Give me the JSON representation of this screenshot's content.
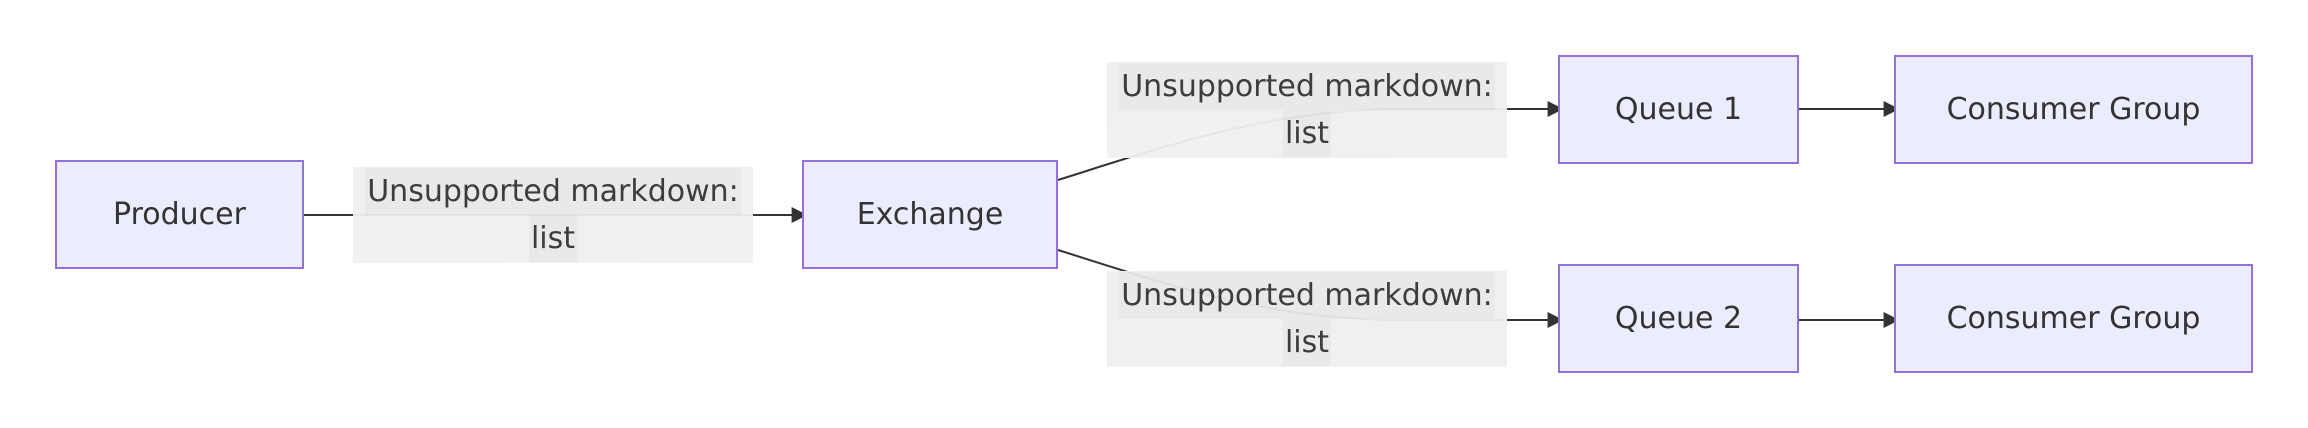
{
  "diagram": {
    "nodes": {
      "producer": "Producer",
      "exchange": "Exchange",
      "queue1": "Queue 1",
      "queue2": "Queue 2",
      "consumer1": "Consumer Group",
      "consumer2": "Consumer Group"
    },
    "edge_labels": {
      "producer_exchange": {
        "line1": "Unsupported markdown:",
        "line2": "list"
      },
      "exchange_queue1": {
        "line1": "Unsupported markdown:",
        "line2": "list"
      },
      "exchange_queue2": {
        "line1": "Unsupported markdown:",
        "line2": "list"
      }
    },
    "colors": {
      "node_fill": "#ececff",
      "node_border": "#9370db",
      "edge": "#333333",
      "label_bg": "#f0f0f0"
    }
  }
}
